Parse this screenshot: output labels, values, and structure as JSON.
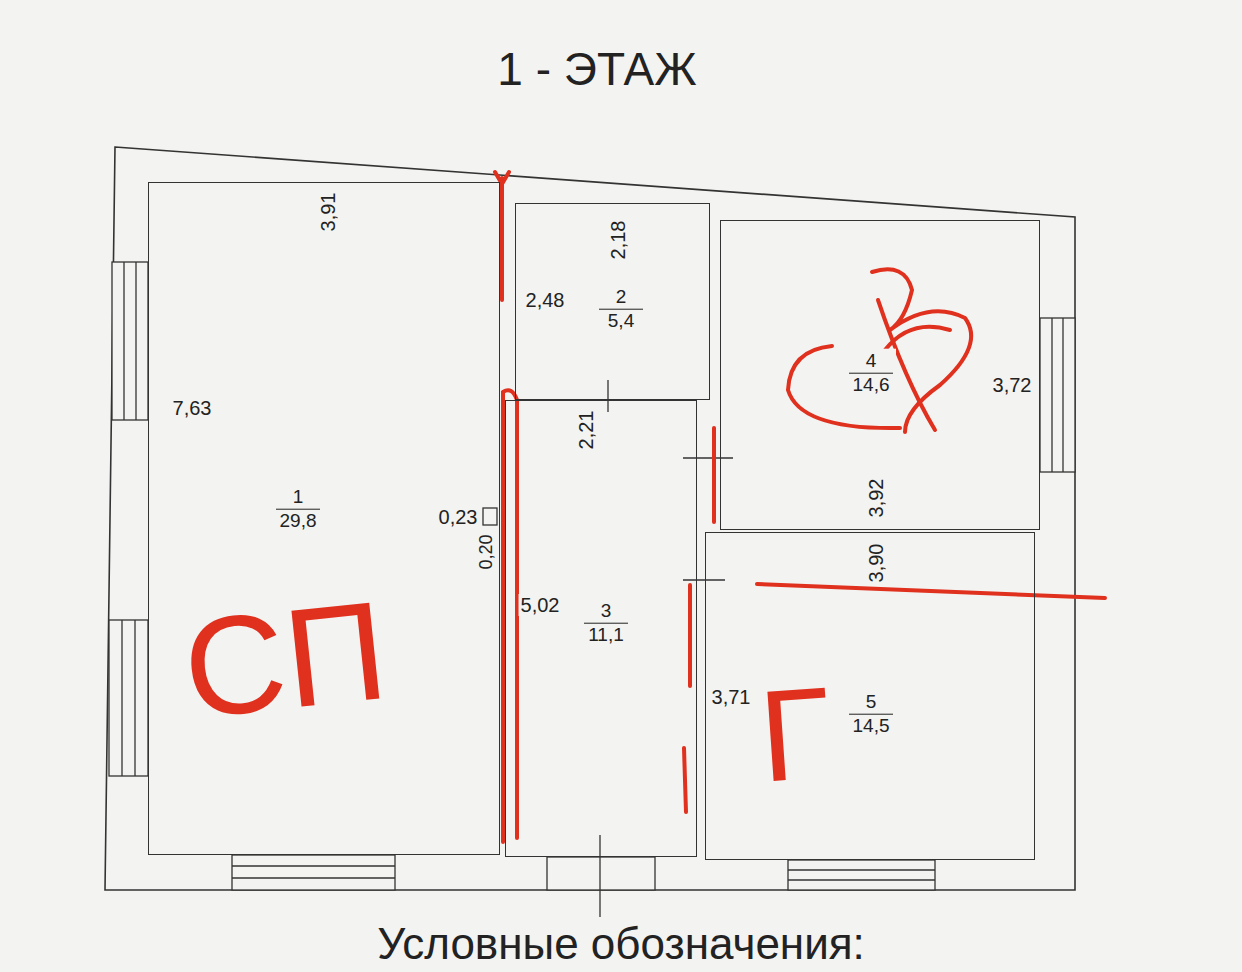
{
  "diagram": {
    "title": "1 - ЭТАЖ",
    "nodes": [
      {
        "text": [
          "1",
          "29,8"
        ]
      },
      {
        "text": [
          "2",
          "5,4"
        ]
      },
      {
        "text": [
          "3",
          "11,1"
        ]
      },
      {
        "text": [
          "4",
          "14,6"
        ]
      },
      {
        "text": [
          "5",
          "14,5"
        ]
      }
    ],
    "labels": [
      "3,91",
      "7,63",
      "0,23",
      "0,20",
      "2,48",
      "2,18",
      "2,21",
      "5,02",
      "3,72",
      "3,92",
      "3,90",
      "3,71",
      "СП",
      "Г",
      "Условные обозначения:"
    ]
  }
}
